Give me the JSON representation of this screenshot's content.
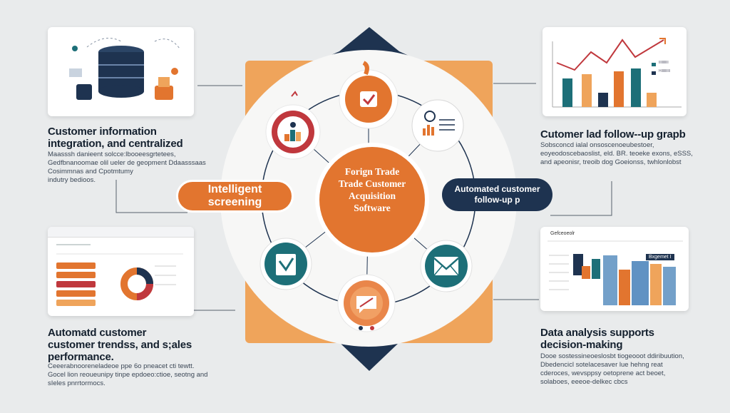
{
  "center": {
    "lines": [
      "Forign Trade",
      "Trade Customer",
      "Acquisition",
      "Software"
    ]
  },
  "pills": {
    "left": [
      "Intelligent",
      "screening"
    ],
    "right": [
      "Automated customer",
      "follow-up p"
    ]
  },
  "sections": {
    "top_left": {
      "title_lines": [
        "Customer information",
        "integration, and centralized"
      ],
      "body_lines": [
        "Maasssh danieent solcce:lbooeesgrtetees,",
        "Gedfbnanoomae olil ueler de geopment Ddaasssaas",
        "Cosimmnas and Cpotmtumy",
        "indutry bedioos."
      ]
    },
    "top_right": {
      "title_lines": [
        "Cutomer lad follow--up grapb"
      ],
      "body_lines": [
        "Sobsconcd ialal onsoscenoeubestoer,",
        "eoyeodoscebaoslist, eld. BR. teoeke exons, eSSS,",
        "and apeonisr, treoib dog Goeionss, twhlonlobst"
      ]
    },
    "bottom_left": {
      "title_lines": [
        "Automatd customer",
        "customer trendss, and s;ales",
        "performance."
      ],
      "body_lines": [
        "Ceeerabnooreneladeoe ppe 6o pneacet cti tewtt.",
        "Gocel lion reoueunipy tinpe epdoeo:ctioe, seotng and",
        "sIeles pnrrtormocs."
      ]
    },
    "bottom_right": {
      "title_lines": [
        "Data analysis supports",
        "decision-making"
      ],
      "body_lines": [
        "Dooe sostessineoeslosbt tiogeooot ddiribuution,",
        "Dbedencicl sotelacesaver lue hehng reat",
        "cderoces, wevsppsy oetoprene act beoet,",
        "solaboes, eeeoe-delkec cbcs"
      ]
    }
  },
  "cards": {
    "tr_legend": [
      "Illlllllllll",
      "Hlllllllllll"
    ],
    "br_title": "Gefceoeolr",
    "br_badge": "Bxgemet I"
  },
  "colors": {
    "navy": "#1e3350",
    "orange": "#e2752f",
    "red": "#c0383d",
    "teal": "#1d6f78",
    "peach": "#efa45b",
    "ring": "#f7f7f6"
  },
  "icons": [
    "check-badge-icon",
    "podium-chart-icon",
    "magnifier-chart-icon",
    "document-check-icon",
    "envelope-icon",
    "chat-icon",
    "database-icon"
  ]
}
